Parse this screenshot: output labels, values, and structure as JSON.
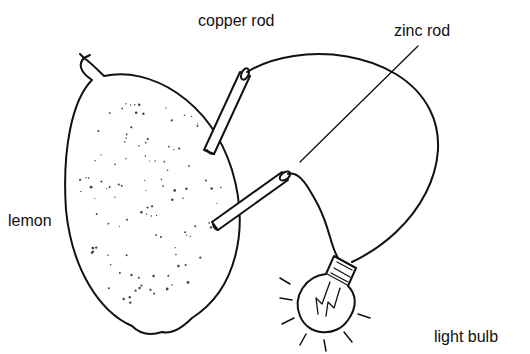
{
  "diagram": {
    "labels": [
      "copper rod",
      "zinc rod",
      "lemon",
      "light bulb"
    ]
  }
}
